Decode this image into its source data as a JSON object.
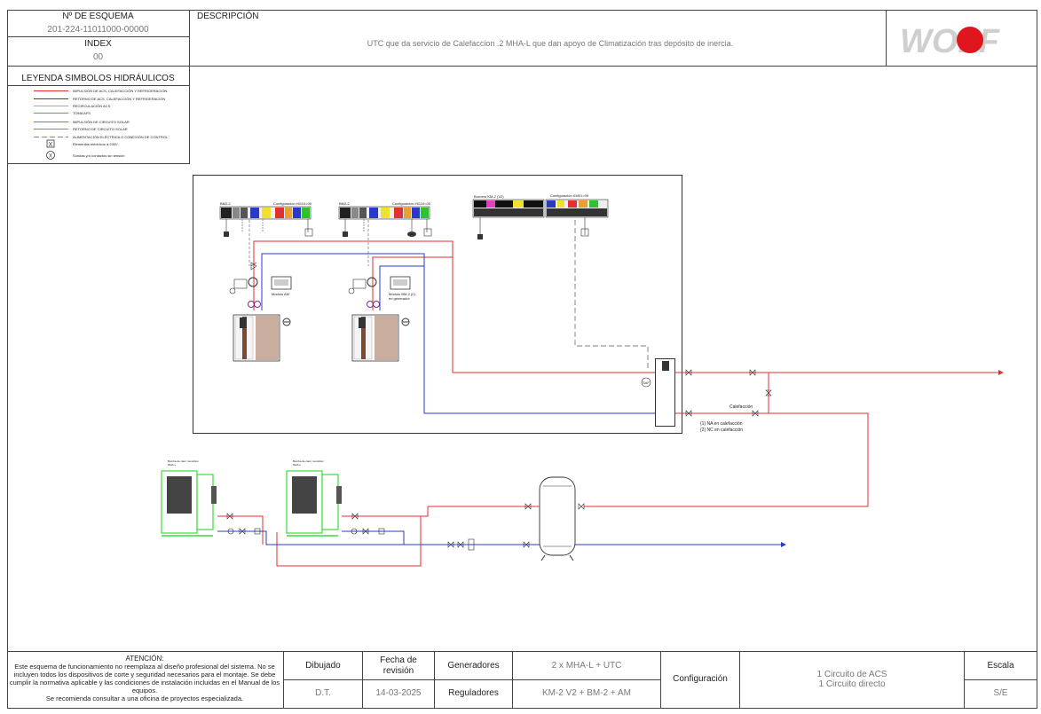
{
  "header": {
    "scheme_label": "Nº DE ESQUEMA",
    "scheme_value": "201-224-11011000-00000",
    "index_label": "INDEX",
    "index_value": "00",
    "description_label": "DESCRIPCIÓN",
    "description_value": "UTC que da servicio de Calefaccion .2 MHA-L que dan apoyo de Climatización tras depósito de inercia.",
    "logo_text": "WOLF"
  },
  "legend": {
    "title": "LEYENDA SIMBOLOS HIDRÁULICOS",
    "items": [
      {
        "label": "IMPULSIÓN DE ACS, CALEFACCIÓN Y REFRIGERACIÓN",
        "color": "#e03030",
        "style": "solid"
      },
      {
        "label": "RETORNO DE ACS, CALEFACCIÓN Y REFRIGERACIÓN",
        "color": "#2a3ac8",
        "style": "solid"
      },
      {
        "label": "RECIRCULACIÓN ACS",
        "color": "#e8a030",
        "style": "solid"
      },
      {
        "label": "TOMA AFS",
        "color": "#30c030",
        "style": "solid"
      },
      {
        "label": "IMPULSIÓN DE CIRCUITO SOLAR",
        "color": "#e040c0",
        "style": "solid"
      },
      {
        "label": "RETORNO DE CIRCUITO SOLAR",
        "color": "#30a0e0",
        "style": "solid"
      },
      {
        "label": "ALIMENTACIÓN ELÉCTRICA O CONEXIÓN DE CONTROL",
        "color": "#888888",
        "style": "dashed"
      },
      {
        "label": "Elementos eléctricos a 230V",
        "symbol": "X"
      },
      {
        "label": "Sondas y/o contactos sin tensión",
        "symbol": "X"
      }
    ]
  },
  "diagram": {
    "module1_label": "BM2-2",
    "module1_config": "Configuración HG10=00",
    "module2_label": "BM2-2",
    "module2_config": "Configuración HG10=00",
    "km_label": "Bornero KM-2 (V2)",
    "km_config": "Configuración KM01=09",
    "monitor1_label": "Módulo AM",
    "monitor2_label": "Módulo BM-2 (0) en generador",
    "sensor_label": "SAF",
    "heating_label": "Calefacción",
    "note1": "(1)  NA en calefacción",
    "note2": "(2)  NC en calefacción",
    "pump_unit_label": "Bomba de calor monobloc",
    "pump_unit_label2": "MHA-L"
  },
  "footer": {
    "attention_title": "ATENCIÓN:",
    "attention_text": "Este esquema de funcionamiento no reemplaza al diseño profesional del sistema. No se incluyen todos los dispositivos de corte y seguridad necesarios para el montaje. Se debe cumplir la normativa aplicable y las condiciones de instalación incluidas en el Manual de los equipos.",
    "attention_text2": "Se recomienda consultar a una oficina de proyectos especializada.",
    "drawn_label": "Dibujado",
    "drawn_value": "D.T.",
    "revision_label": "Fecha de revisión",
    "revision_value": "14-03-2025",
    "generators_label": "Generadores",
    "generators_value": "2 x MHA-L + UTC",
    "regulators_label": "Reguladores",
    "regulators_value": "KM-2 V2 + BM-2 + AM",
    "config_label": "Configuración",
    "config_value1": "1 Circuito de ACS",
    "config_value2": "1 Circuito directo",
    "scale_label": "Escala",
    "scale_value": "S/E"
  },
  "colors": {
    "supply": "#e03030",
    "return": "#2a3ac8",
    "control": "#999999",
    "unit_green": "#3cdc3c"
  }
}
